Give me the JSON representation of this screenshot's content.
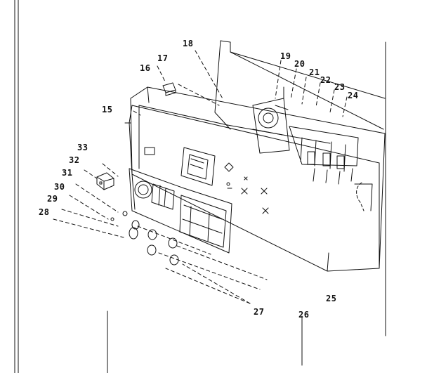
{
  "callouts": {
    "c15": "15",
    "c16": "16",
    "c17": "17",
    "c18": "18",
    "c19": "19",
    "c20": "20",
    "c21": "21",
    "c22": "22",
    "c23": "23",
    "c24": "24",
    "c25": "25",
    "c26": "26",
    "c27": "27",
    "c28": "28",
    "c29": "29",
    "c30": "30",
    "c31": "31",
    "c32": "32",
    "c33": "33"
  },
  "colors": {
    "ink": "#111111",
    "paper": "#ffffff"
  }
}
